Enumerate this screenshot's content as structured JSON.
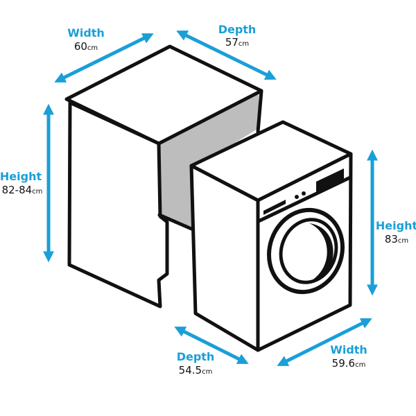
{
  "colors": {
    "arrow": "#1a9fd8",
    "line": "#111111",
    "recess": "#bdbdbd",
    "background": "#ffffff"
  },
  "dimensions": {
    "cabinet_width": {
      "label": "Width",
      "value": "60",
      "unit": "cm"
    },
    "cabinet_depth": {
      "label": "Depth",
      "value": "57",
      "unit": "cm"
    },
    "cabinet_height": {
      "label": "Height",
      "value": "82-84",
      "unit": "cm"
    },
    "machine_height": {
      "label": "Height",
      "value": "83",
      "unit": "cm"
    },
    "machine_depth": {
      "label": "Depth",
      "value": "54.5",
      "unit": "cm"
    },
    "machine_width": {
      "label": "Width",
      "value": "59.6",
      "unit": "cm"
    }
  }
}
